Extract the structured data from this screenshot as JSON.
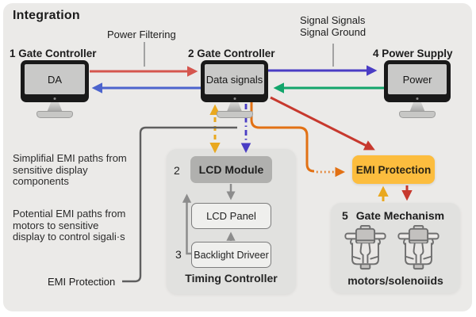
{
  "title": "Integration",
  "labels": {
    "power_filtering": "Power Filtering",
    "signal": "Signal Signals\nSignal Ground"
  },
  "monitors": {
    "mon1": {
      "label": "1 Gate Controller",
      "screen": "DA"
    },
    "mon2": {
      "label": "2 Gate Controller",
      "screen": "Data signals"
    },
    "mon4": {
      "label": "4 Power Supply",
      "screen": "Power"
    }
  },
  "lcd": {
    "number": "2",
    "module": "LCD Module",
    "panel": "LCD Panel",
    "driver_number": "3",
    "driver": "Backlight Driveer",
    "caption": "Timing Controller"
  },
  "emi_box": {
    "label": "EMI Protection"
  },
  "gate": {
    "number": "5",
    "label": "Gate Mechanism",
    "caption": "motors/solenoiids"
  },
  "notes": {
    "note1": "Simplifial EMI paths from\nsensitive display\ncomponents",
    "note2": "Potential EMI paths from\nmotors to sensitive\ndisplay to  control sigali·s",
    "emi_pointer": "EMI Protection"
  },
  "colors": {
    "red_light": "#d5564e",
    "red_dark": "#c7392e",
    "blue": "#4c64cd",
    "indigo": "#4a3dc4",
    "green": "#12a56b",
    "amber": "#e9a81f",
    "orange": "#e27114",
    "emi_fill": "#fcbd3e"
  }
}
